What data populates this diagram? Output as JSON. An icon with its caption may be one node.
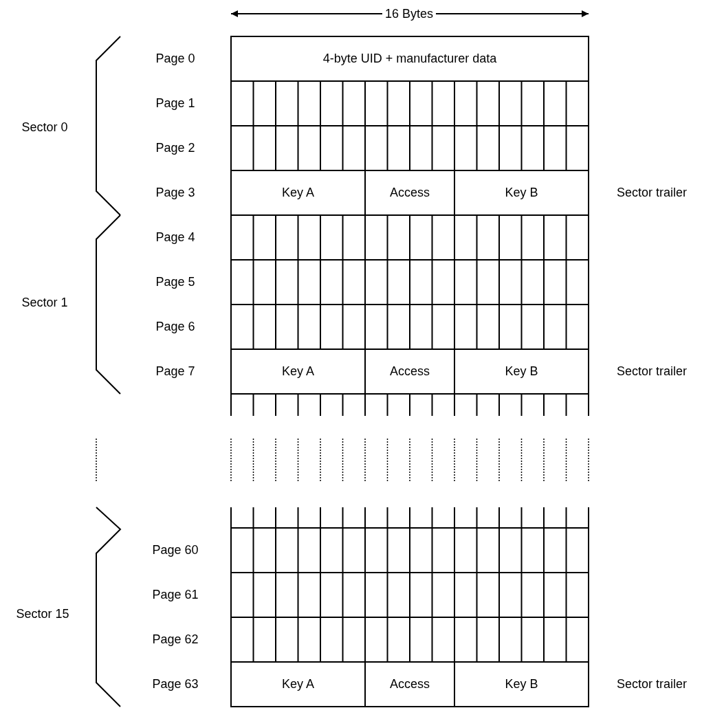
{
  "diagram": {
    "nodes": [
      {
        "text": [
          "4-byte UID + manufacturer data"
        ]
      },
      {
        "text": [
          "Key A"
        ]
      },
      {
        "text": [
          "Access"
        ]
      },
      {
        "text": [
          "Key B"
        ]
      },
      {
        "text": [
          "Key A"
        ]
      },
      {
        "text": [
          "Access"
        ]
      },
      {
        "text": [
          "Key B"
        ]
      },
      {
        "text": [
          "Key A"
        ]
      },
      {
        "text": [
          "Access"
        ]
      },
      {
        "text": [
          "Key B"
        ]
      }
    ],
    "labels": [
      "16 Bytes",
      "Page 0",
      "Page 1",
      "Sector 0",
      "Page 2",
      "Page 3",
      "Sector trailer",
      "Page 4",
      "Page 5",
      "Sector 1",
      "Page 6",
      "Page 7",
      "Sector trailer",
      "Page 60",
      "Page 61",
      "Sector 15",
      "Page 62",
      "Page 63",
      "Sector trailer"
    ]
  }
}
